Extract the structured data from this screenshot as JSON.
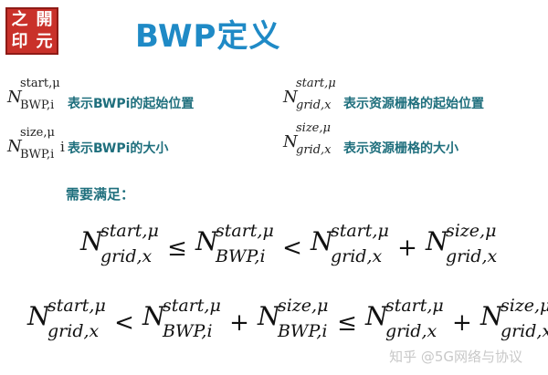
{
  "logo": {
    "c1": "之",
    "c2": "開",
    "c3": "印",
    "c4": "元"
  },
  "title": "BWP定义",
  "defs": [
    {
      "sup": "start,μ",
      "sub": "BWP,i",
      "text": "表示BWPi的起始位置"
    },
    {
      "sup": "start,μ",
      "sub": "grid,x",
      "text": "表示资源栅格的起始位置"
    },
    {
      "sup": "size,μ",
      "sub": "BWP,i",
      "suffix": "i",
      "text": "表示BWPi的大小"
    },
    {
      "sup": "size,μ",
      "sub": "grid,x",
      "text": "表示资源栅格的大小"
    }
  ],
  "requirement": "需要满足：",
  "formula1": {
    "t1": {
      "sup": "start,μ",
      "sub": "grid,x"
    },
    "op1": "≤",
    "t2": {
      "sup": "start,μ",
      "sub": "BWP,i"
    },
    "op2": "<",
    "t3": {
      "sup": "start,μ",
      "sub": "grid,x"
    },
    "op3": "+",
    "t4": {
      "sup": "size,μ",
      "sub": "grid,x"
    }
  },
  "formula2": {
    "t1": {
      "sup": "start,μ",
      "sub": "grid,x"
    },
    "op1": "<",
    "t2": {
      "sup": "start,μ",
      "sub": "BWP,i"
    },
    "op2": "+",
    "t3": {
      "sup": "size,μ",
      "sub": "BWP,i"
    },
    "op3": "≤",
    "t4": {
      "sup": "start,μ",
      "sub": "grid,x"
    },
    "op4": "+",
    "t5": {
      "sup": "size,μ",
      "sub": "grid,x"
    }
  },
  "watermark": "知乎 @5G网络与协议",
  "N": "N"
}
